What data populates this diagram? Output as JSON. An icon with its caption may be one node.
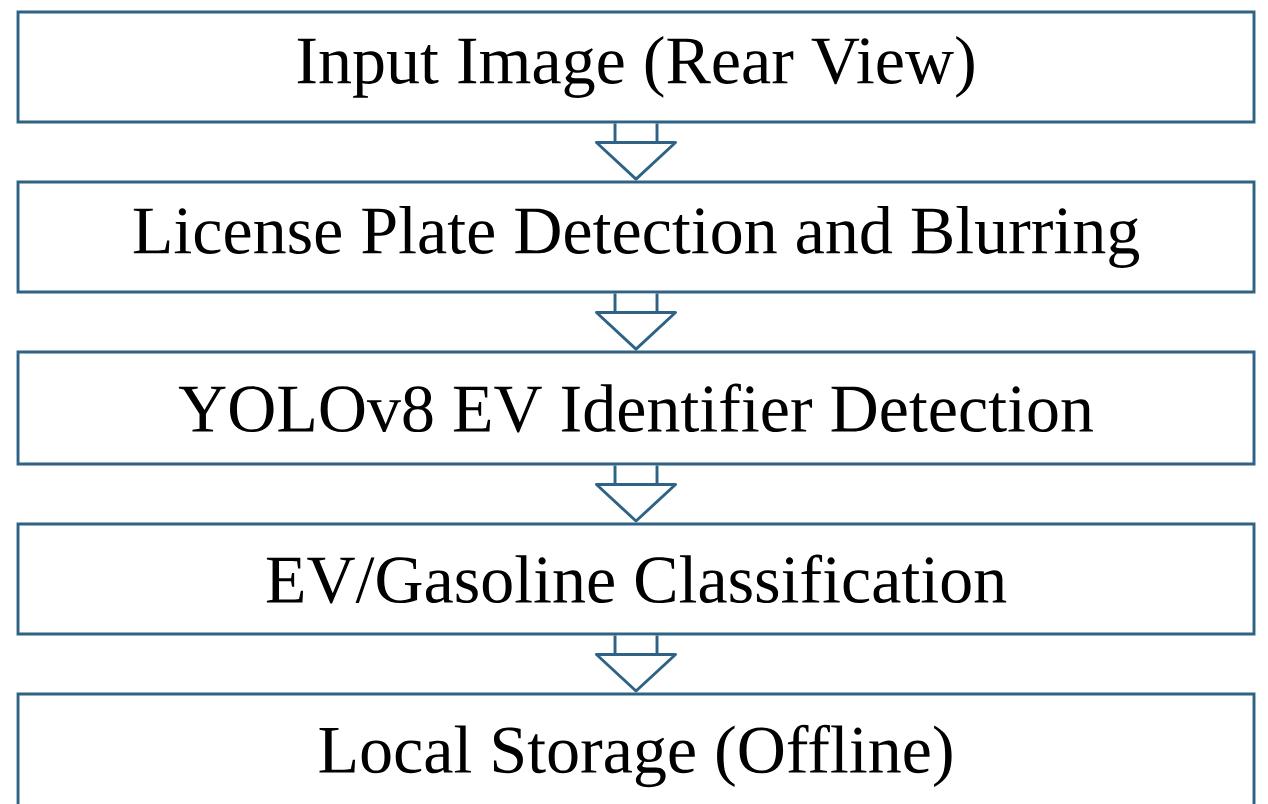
{
  "diagram": {
    "nodes": [
      {
        "text": [
          "Input Image (Rear View)"
        ]
      },
      {
        "text": [
          "License Plate Detection and Blurring"
        ]
      },
      {
        "text": [
          "YOLOv8 EV Identifier Detection"
        ]
      },
      {
        "text": [
          "EV/Gasoline Classification"
        ]
      },
      {
        "text": [
          "Local Storage (Offline)"
        ]
      }
    ],
    "edges": [
      {
        "from": 0,
        "to": 1,
        "arrow": "to"
      },
      {
        "from": 1,
        "to": 2,
        "arrow": "to"
      },
      {
        "from": 2,
        "to": 3,
        "arrow": "to"
      },
      {
        "from": 3,
        "to": 4,
        "arrow": "to"
      }
    ]
  }
}
